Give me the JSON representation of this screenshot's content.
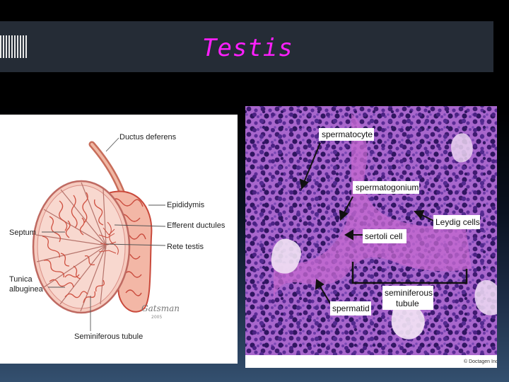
{
  "slide": {
    "title": "Testis"
  },
  "diagram": {
    "labels": {
      "ductus_deferens": "Ductus deferens",
      "epididymis": "Epididymis",
      "efferent_ductules": "Efferent ductules",
      "rete_testis": "Rete testis",
      "septum": "Septum",
      "tunica_line1": "Tunica",
      "tunica_line2": "albuginea",
      "seminiferous_tubule": "Seminiferous tubule",
      "signature": "Gatsman",
      "signature_year": "2005"
    }
  },
  "micrograph": {
    "labels": {
      "spermatocyte": "spermatocyte",
      "spermatogonium": "spermatogonium",
      "leydig_cells": "Leydig cells",
      "sertoli_cell": "sertoli cell",
      "seminiferous_line1": "seminiferous",
      "seminiferous_line2": "tubule",
      "spermatid": "spermatid"
    },
    "credit": "© Doctagen Inc."
  }
}
